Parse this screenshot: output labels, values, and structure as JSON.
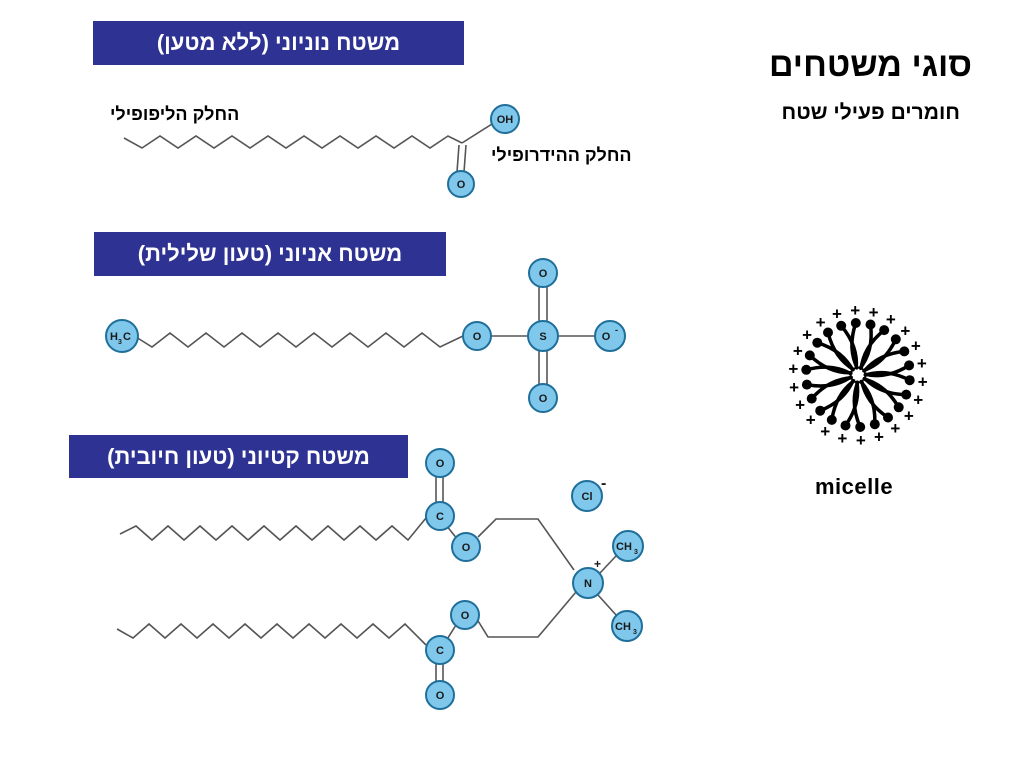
{
  "title": "סוגי משטחים",
  "subtitle": "חומרים פעילי שטח",
  "sections": {
    "nonionic": {
      "banner": "משטח נוניוני (ללא מטען)",
      "lipophilic_label": "החלק הליפופילי",
      "hydrophilic_label": "החלק ההידרופילי",
      "atoms": {
        "oh": "OH",
        "o": "O"
      }
    },
    "anionic": {
      "banner": "משטח אניוני (טעון שלילית)",
      "atoms": {
        "h": "H",
        "sub3": "3",
        "c": "C",
        "o_link": "O",
        "s": "S",
        "o_top": "O",
        "o_bottom": "O",
        "o_minus": "O",
        "minus": "-"
      }
    },
    "cationic": {
      "banner": "משטח קטיוני  (טעון חיובית)",
      "atoms": {
        "o": "O",
        "c": "C",
        "cl": "Cl",
        "cl_charge": "-",
        "n": "N",
        "n_charge": "+",
        "ch": "CH",
        "sub3": "3"
      }
    }
  },
  "micelle": {
    "label": "micelle",
    "head_charge": "+",
    "tail_count": 22,
    "colors": {
      "tail": "#000000",
      "charge": "#000000"
    }
  },
  "colors": {
    "banner_bg": "#2e3292",
    "banner_text": "#ffffff",
    "atom_fill": "#7fc8ec",
    "atom_stroke": "#1f6f9a",
    "chain": "#555555"
  }
}
